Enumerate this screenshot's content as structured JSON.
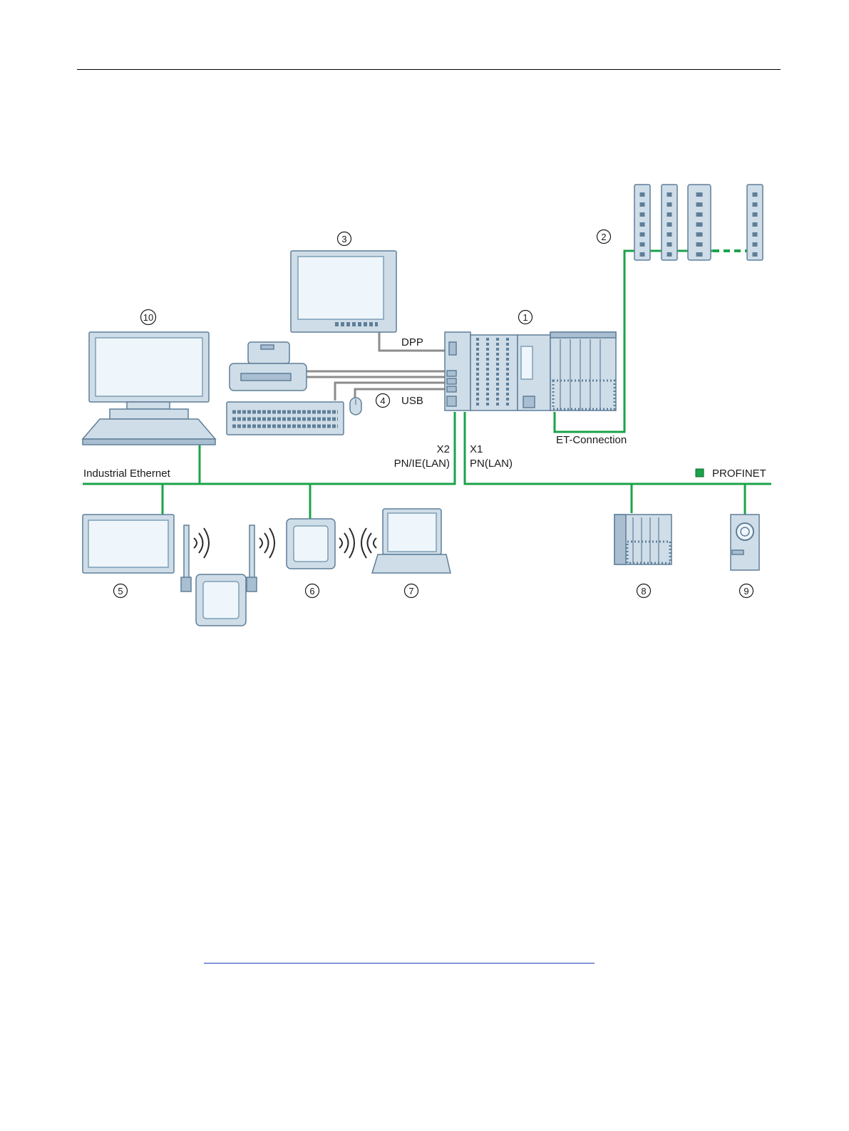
{
  "labels": {
    "dpp": "DPP",
    "usb": "USB",
    "et_connection": "ET-Connection",
    "x2": "X2",
    "x2_proto": "PN/IE(LAN)",
    "x1": "X1",
    "x1_proto": "PN(LAN)",
    "industrial_ethernet": "Industrial Ethernet",
    "profinet": "PROFINET"
  },
  "numbers": {
    "n1": "1",
    "n2": "2",
    "n3": "3",
    "n4": "4",
    "n5": "5",
    "n6": "6",
    "n7": "7",
    "n8": "8",
    "n9": "9",
    "n10": "10"
  },
  "colors": {
    "network_green": "#1aa34a",
    "cable_grey": "#8c8c8c",
    "device_fill": "#cfdde8",
    "device_stroke": "#5f7f99"
  }
}
